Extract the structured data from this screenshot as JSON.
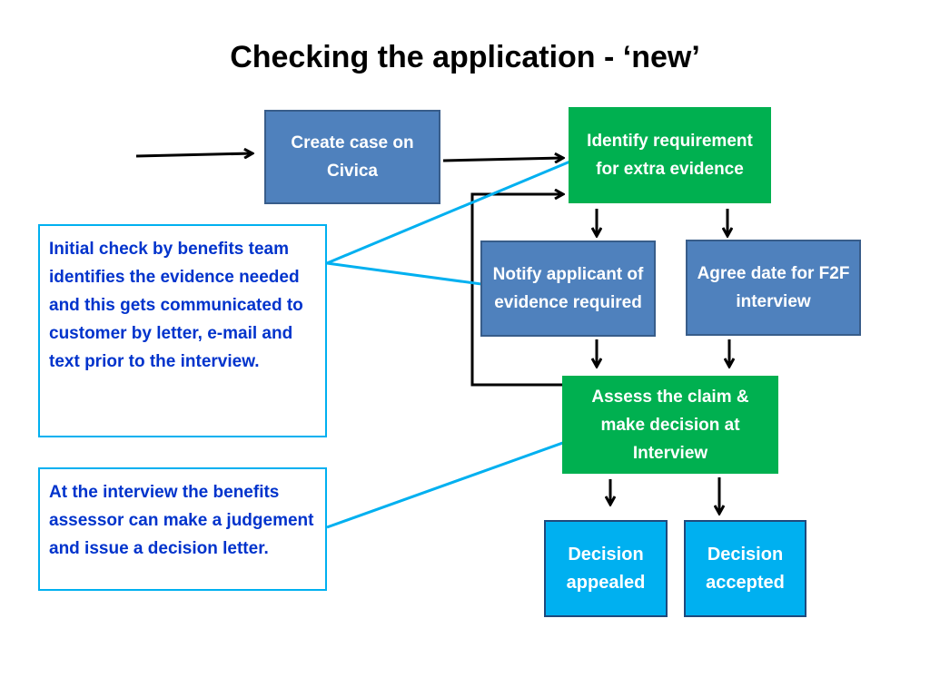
{
  "title": "Checking the application - ‘new’",
  "nodes": {
    "create_case": "Create case on Civica",
    "identify": "Identify requirement for extra evidence",
    "notify": "Notify applicant of evidence required",
    "agree": "Agree date for F2F interview",
    "assess": "Assess the claim & make decision at Interview",
    "appealed": "Decision appealed",
    "accepted": "Decision accepted"
  },
  "notes": {
    "initial_check": "Initial check by benefits team identifies the evidence needed and this gets communicated to customer by letter, e-mail and text prior to the interview.",
    "interview": "At the interview the benefits assessor can make a judgement and issue a decision letter."
  },
  "colors": {
    "blue_box": "#4f81bd",
    "green_box": "#00b050",
    "cyan_box": "#00b0f0",
    "note_text": "#0033cc",
    "connector": "#00b0f0"
  }
}
